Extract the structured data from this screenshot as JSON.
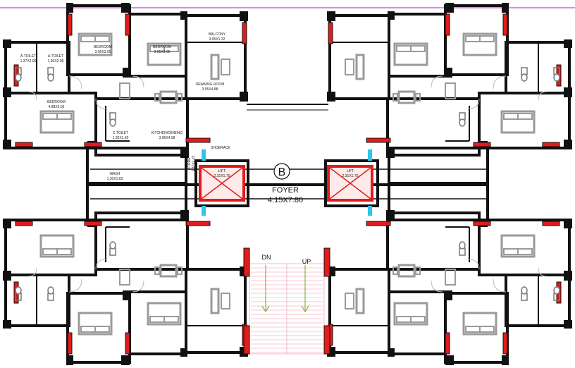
{
  "plan": {
    "wing_label": "B",
    "foyer_name": "FOYER",
    "foyer_size": "4.15X7.80",
    "stair_down": "DN",
    "stair_up": "UP",
    "rooms": {
      "a_toilet_1_name": "A.TOILET",
      "a_toilet_1_size": "1.37X2.06",
      "a_toilet_2_name": "A.TOILET",
      "a_toilet_2_size": "1.30X2.06",
      "bedroom_1_name": "BEDROOM",
      "bedroom_1_size": "3.05X3.95",
      "bedroom_2_name": "BEDROOM",
      "bedroom_2_size": "3.05X3.05",
      "balcony_name": "BALCONY",
      "balcony_size": "3.05X1.22",
      "drawing_room_name": "DRAWING ROOM",
      "drawing_room_size": "3.05X4.88",
      "bedroom_3_name": "BEDROOM",
      "bedroom_3_size": "4.88X3.05",
      "c_toilet_name": "C.TOILET",
      "c_toilet_size": "1.30X1.60",
      "kitchen_name": "KITCHEN/DINNING",
      "kitchen_size": "3.05X4.98",
      "wash_name": "WASH",
      "wash_size": "1.30X1.83",
      "shoerack_name": "SHOERACK",
      "store_name": "STORE",
      "store_size": "1.37X1.22",
      "lift_1_name": "LIFT",
      "lift_1_size": "2.31X1.70",
      "lift_2_name": "LIFT",
      "lift_2_size": "2.31X1.70"
    },
    "colors": {
      "wall": "#111111",
      "furniture": "#9a9a9a",
      "window_red": "#e31b1b",
      "boundary_magenta": "#d400d4",
      "stair_pink": "#f4b8c8",
      "stair_arrow": "#6aa51e",
      "glass_cyan": "#2fc6e6"
    }
  }
}
